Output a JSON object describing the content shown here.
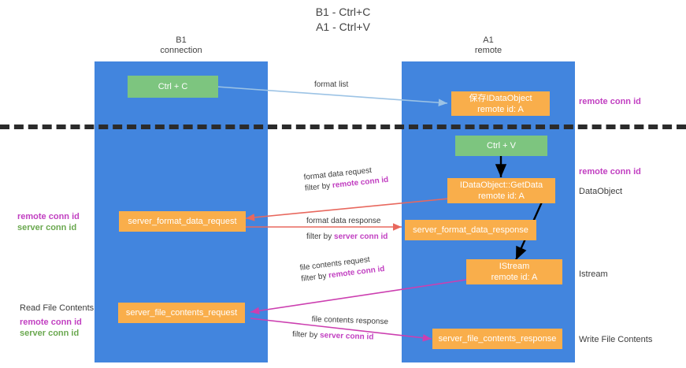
{
  "title": {
    "line1": "B1 - Ctrl+C",
    "line2": "A1 - Ctrl+V"
  },
  "lanes": [
    {
      "id": "b1",
      "name": "B1",
      "sub": "connection"
    },
    {
      "id": "a1",
      "name": "A1",
      "sub": "remote"
    }
  ],
  "nodes": {
    "ctrl_c": {
      "line1": "Ctrl + C",
      "line2": ""
    },
    "save_idataobject": {
      "line1": "保存IDataObject",
      "line2": "remote id: A"
    },
    "ctrl_v": {
      "line1": "Ctrl + V",
      "line2": ""
    },
    "getdata": {
      "line1": "IDataObject::GetData",
      "line2": "remote id: A"
    },
    "server_format_data_request": {
      "line1": "server_format_data_request",
      "line2": ""
    },
    "server_format_data_response": {
      "line1": "server_format_data_response",
      "line2": ""
    },
    "istream": {
      "line1": "IStream",
      "line2": "remote id: A"
    },
    "server_file_contents_request": {
      "line1": "server_file_contents_request",
      "line2": ""
    },
    "server_file_contents_response": {
      "line1": "server_file_contents_response",
      "line2": ""
    }
  },
  "edges": {
    "format_list": {
      "title": "format list",
      "filter_prefix": "",
      "filter_key": ""
    },
    "format_data_request": {
      "title": "format data request",
      "filter_prefix": "filter by ",
      "filter_key": "remote conn id"
    },
    "format_data_response": {
      "title": "format data response",
      "filter_prefix": "filter by ",
      "filter_key": "server conn id"
    },
    "file_contents_request": {
      "title": "file contents request",
      "filter_prefix": "filter by ",
      "filter_key": "remote conn id"
    },
    "file_contents_response": {
      "title": "file contents response",
      "filter_prefix": "filter by ",
      "filter_key": "server conn id"
    }
  },
  "annotations": {
    "right_remote_conn_id_top": "remote conn id",
    "right_remote_conn_id_mid": "remote conn id",
    "right_dataobject": "DataObject",
    "right_istream": "Istream",
    "right_write_file_contents": "Write File Contents",
    "left_remote_conn_id_mid": "remote conn id",
    "left_server_conn_id_mid": "server conn id",
    "left_read_file_contents": "Read File Contents",
    "left_remote_conn_id_bot": "remote conn id",
    "left_server_conn_id_bot": "server conn id"
  },
  "colors": {
    "lane": "#4285de",
    "green_node": "#7dc57f",
    "orange_node": "#f9ae4b",
    "purple": "#c13fc1",
    "green_text": "#6aa84f",
    "arrow_blue": "#9cc3e5",
    "arrow_red": "#e8685e",
    "arrow_black": "#000000",
    "arrow_magenta": "#cc3fb0",
    "background": "#ffffff"
  }
}
